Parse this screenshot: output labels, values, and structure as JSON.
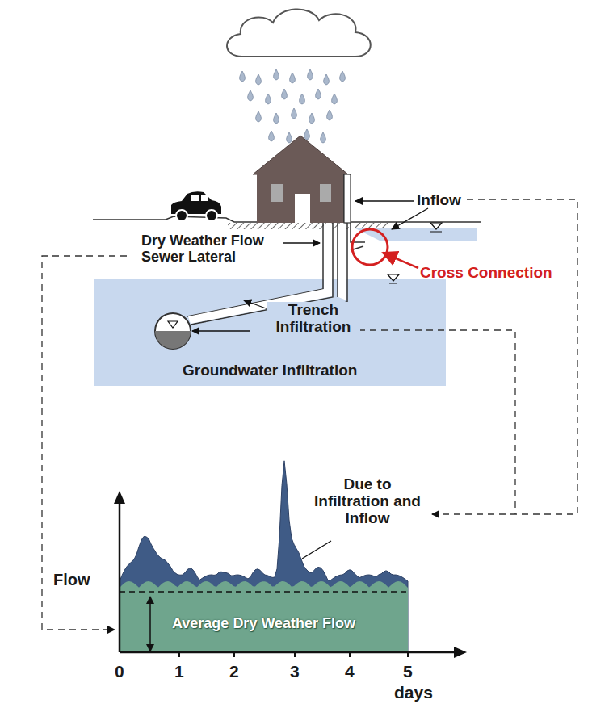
{
  "diagram": {
    "nodes": [
      {
        "text": [
          "Groundwater Infiltration"
        ]
      },
      {
        "text": [
          "Average Dry Weather Flow"
        ]
      }
    ],
    "labels": [
      "Inflow",
      "Dry Weather Flow Sewer Lateral",
      "Cross Connection",
      "Trench Infiltration",
      "Due to Infiltration and Inflow",
      "Flow",
      "0",
      "1",
      "2",
      "3",
      "4",
      "5",
      "days"
    ]
  }
}
